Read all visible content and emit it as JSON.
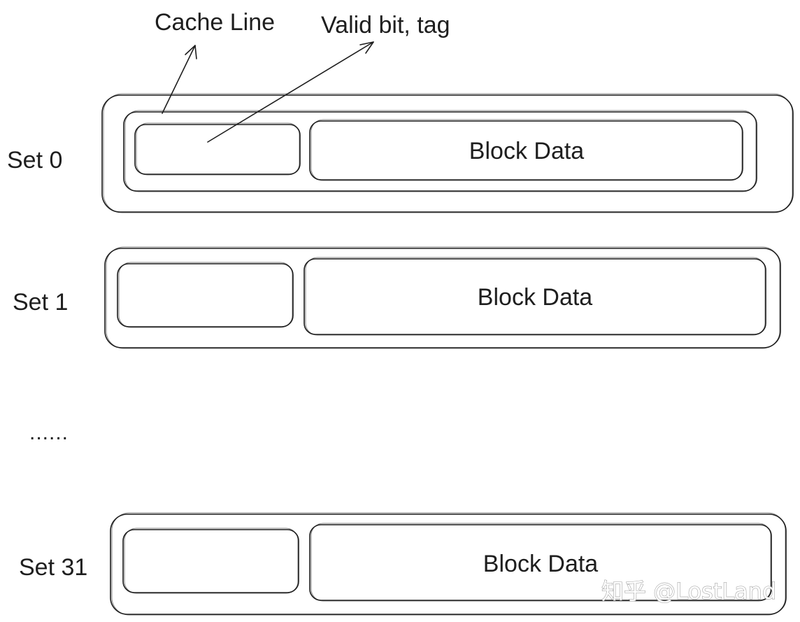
{
  "annotations": {
    "cache_line": "Cache Line",
    "valid_tag": "Valid bit, tag"
  },
  "sets": [
    {
      "label": "Set 0",
      "block_label": "Block Data"
    },
    {
      "label": "Set 1",
      "block_label": "Block Data"
    },
    {
      "label": "Set 31",
      "block_label": "Block Data"
    }
  ],
  "ellipsis": "......",
  "watermark": "知乎 @LostLand"
}
